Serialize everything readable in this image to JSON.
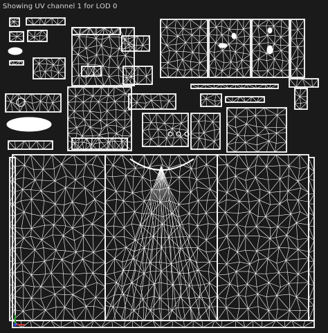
{
  "viewer": {
    "title": "Showing UV channel 1 for LOD 0",
    "colors": {
      "background": "#1a1a1a",
      "wire": "#ffffff",
      "axis_x": "#e03030",
      "axis_y": "#30b030",
      "axis_origin": "#3050e0"
    }
  },
  "uv_layout": {
    "islands": [
      "small-cross-island",
      "small-bar-top",
      "small-box-island",
      "small-oval-island",
      "small-c-island",
      "upper-mid-box",
      "center-top-island",
      "left-arm-strip",
      "torso-center-island",
      "mid-cap-island",
      "right-head-island",
      "right-small-island",
      "right-thin-bar",
      "right-mid-box",
      "lower-left-oval",
      "lower-left-bar",
      "front-panel-left",
      "front-panel-center",
      "front-panel-right"
    ],
    "icons": [
      "uv-axis-gizmo-icon"
    ]
  }
}
